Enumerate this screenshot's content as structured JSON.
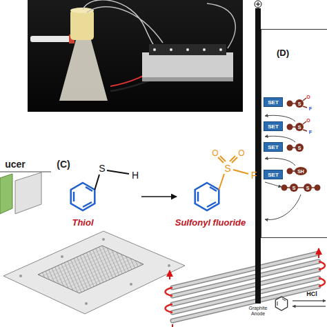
{
  "diagram": {
    "nodes": [
      {
        "text": [
          "Graphite Anode"
        ]
      },
      {
        "text": [
          "(D)"
        ]
      },
      {
        "text": [
          "SET"
        ],
        "in": 1
      },
      {
        "text": [
          "SET"
        ],
        "in": 1
      },
      {
        "text": [
          "SET"
        ],
        "in": 1
      },
      {
        "text": [
          "SET"
        ],
        "in": 1
      }
    ],
    "labels": [
      "ucer",
      "(C)",
      "S",
      "H",
      "Thiol",
      "S",
      "O",
      "O",
      "F",
      "Sulfonyl fluoride",
      "HCl",
      "S",
      "O",
      "F",
      "S",
      "O",
      "F",
      "S",
      "SH",
      "S",
      "S"
    ]
  }
}
